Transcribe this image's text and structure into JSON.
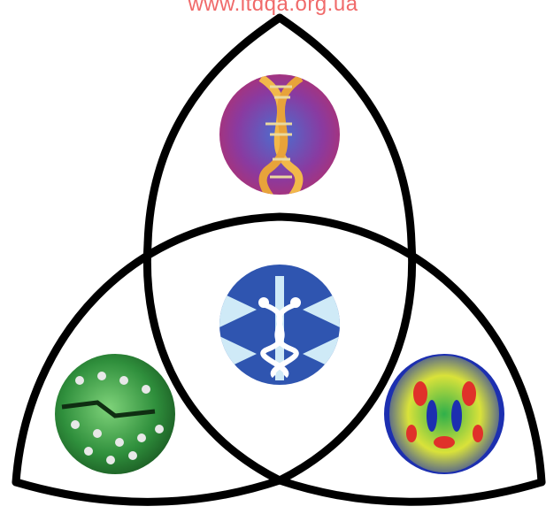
{
  "header": {
    "url_text": "www.itdqa.org.ua"
  },
  "images": [
    {
      "id": "dna",
      "icon": "dna-helix-icon"
    },
    {
      "id": "medical",
      "icon": "caduceus-icon"
    },
    {
      "id": "circuit",
      "icon": "circuit-board-icon"
    },
    {
      "id": "brain",
      "icon": "brain-scan-icon"
    }
  ],
  "colors": {
    "outline": "#000000",
    "watermark": "#f06a6a",
    "dna_bg": "#7a2f86",
    "dna_strand": "#f2b84a",
    "medical_bg": "#2f55b0",
    "medical_light": "#cfeaf7",
    "circuit_bg": "#2f8f3c",
    "brain_bg": "#1c2fb0"
  }
}
